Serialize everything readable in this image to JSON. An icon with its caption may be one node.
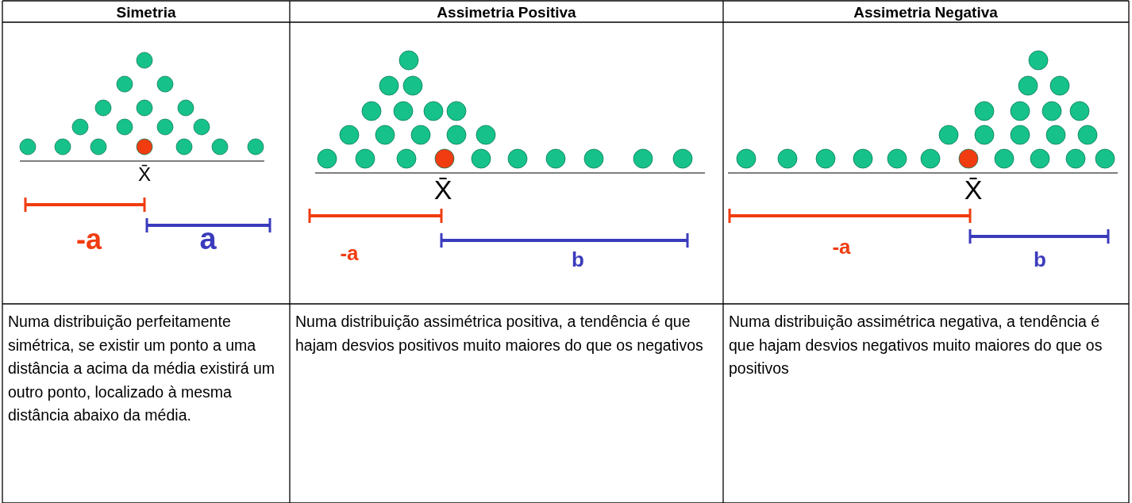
{
  "diagram": {
    "labels": [
      "Simetria",
      "Assimetria Positiva",
      "Assimetria Negativa",
      "X̄",
      "-a",
      "a",
      "X̄",
      "-a",
      "b",
      "X̄",
      "-a",
      "b",
      "Numa distribuição perfeitamente simétrica, se existir um ponto a uma distância a acima da média existirá um outro ponto, localizado à mesma distância abaixo da média.",
      "Numa distribuição assimétrica positiva, a tendência é que hajam desvios positivos muito maiores do que os negativos",
      "Numa distribuição assimétrica negativa, a tendência é que hajam desvios negativos muito maiores do que os positivos"
    ]
  }
}
